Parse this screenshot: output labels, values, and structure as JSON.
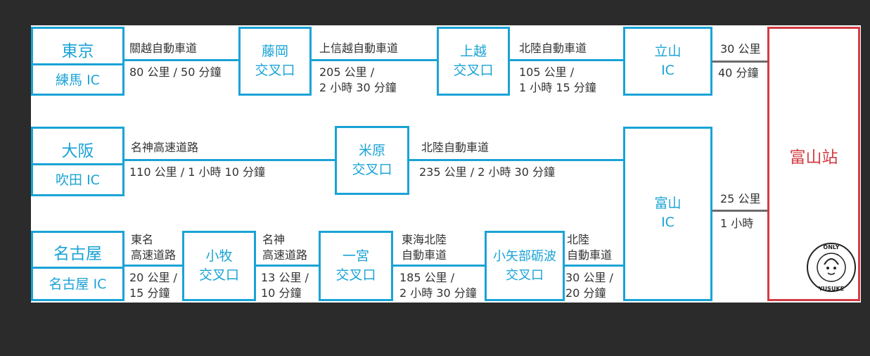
{
  "destination": {
    "label": "富山站",
    "color": "#d23c43"
  },
  "accent_color": "#1aa3d6",
  "origins": {
    "tokyo": {
      "city": "東京",
      "ic": "練馬 IC"
    },
    "osaka": {
      "city": "大阪",
      "ic": "吹田 IC"
    },
    "nagoya": {
      "city": "名古屋",
      "ic": "名古屋 IC"
    }
  },
  "nodes": {
    "fujioka": "藤岡\n交叉口",
    "joetsu": "上越\n交叉口",
    "tateyama": "立山\nIC",
    "maibara": "米原\n交叉口",
    "toyama": "富山\nIC",
    "komaki": "小牧\n交叉口",
    "ichinomiya": "一宮\n交叉口",
    "oyabe": "小矢部砺波\n交叉口"
  },
  "segments": {
    "tokyo_fujioka": {
      "road": "關越自動車道",
      "info": "80 公里 / 50 分鐘"
    },
    "fujioka_joetsu": {
      "road": "上信越自動車道",
      "info": "205 公里 /\n2 小時 30 分鐘"
    },
    "joetsu_tateyama": {
      "road": "北陸自動車道",
      "info": "105 公里 /\n1 小時 15 分鐘"
    },
    "tateyama_dest": {
      "road": "30 公里",
      "info": "40 分鐘"
    },
    "osaka_maibara": {
      "road": "名神高速道路",
      "info": "110 公里 / 1 小時 10 分鐘"
    },
    "maibara_toyama": {
      "road": "北陸自動車道",
      "info": "235 公里 / 2 小時 30 分鐘"
    },
    "toyama_dest": {
      "road": "25 公里",
      "info": "1 小時"
    },
    "nagoya_komaki": {
      "road": "東名\n高速道路",
      "info": "20 公里 /\n15 分鐘"
    },
    "komaki_ichinomiya": {
      "road": "名神\n高速道路",
      "info": "13 公里 /\n10 分鐘"
    },
    "ichinomiya_oyabe": {
      "road": "東海北陸\n自動車道",
      "info": "185 公里 /\n2 小時 30 分鐘"
    },
    "oyabe_toyama": {
      "road": "北陸\n自動車道",
      "info": "30 公里 /\n20 分鐘"
    }
  },
  "logo": {
    "top": "ONLY",
    "bottom": "YUSUKE"
  }
}
